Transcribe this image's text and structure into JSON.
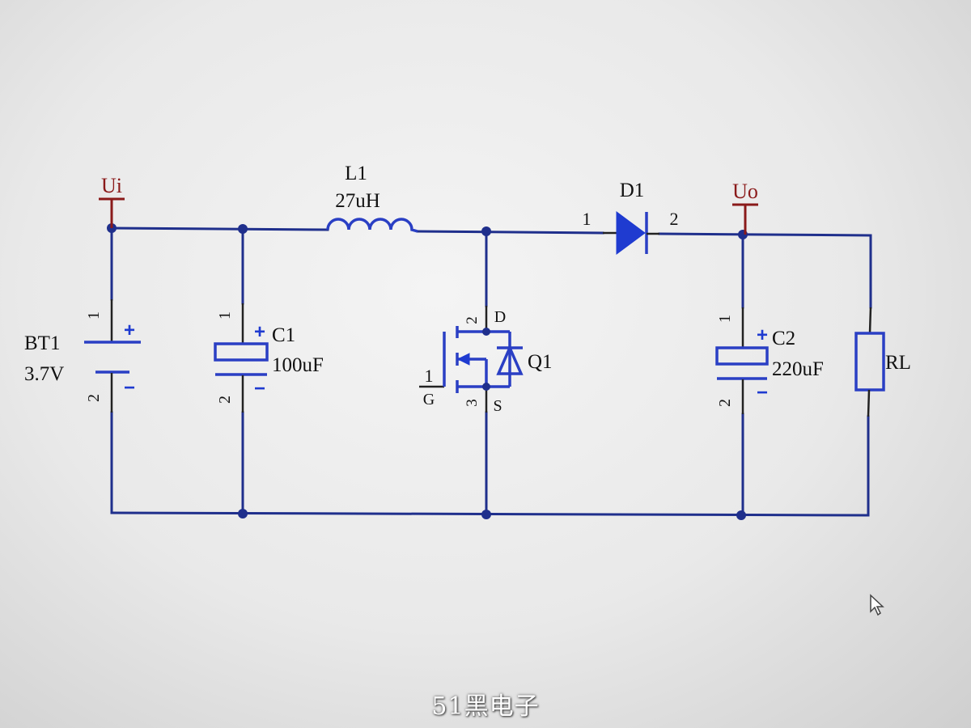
{
  "nets": {
    "input": "Ui",
    "output": "Uo"
  },
  "battery": {
    "ref": "BT1",
    "value": "3.7V",
    "pin1": "1",
    "pin2": "2",
    "plus": "+",
    "minus": "−"
  },
  "c1": {
    "ref": "C1",
    "value": "100uF",
    "pin1": "1",
    "pin2": "2",
    "plus": "+",
    "minus": "−"
  },
  "inductor": {
    "ref": "L1",
    "value": "27uH"
  },
  "mosfet": {
    "ref": "Q1",
    "pin_gate": "1",
    "gate_label": "G",
    "pin_drain": "2",
    "drain_label": "D",
    "pin_source": "3",
    "source_label": "S"
  },
  "diode": {
    "ref": "D1",
    "pin1": "1",
    "pin2": "2"
  },
  "c2": {
    "ref": "C2",
    "value": "220uF",
    "pin1": "1",
    "pin2": "2",
    "plus": "+",
    "minus": "−"
  },
  "load": {
    "ref": "RL"
  },
  "watermark": "51黑电子",
  "colors": {
    "wire": "#1f2f8c",
    "component": "#2a3fc4",
    "net_label": "#8a1a1a"
  }
}
